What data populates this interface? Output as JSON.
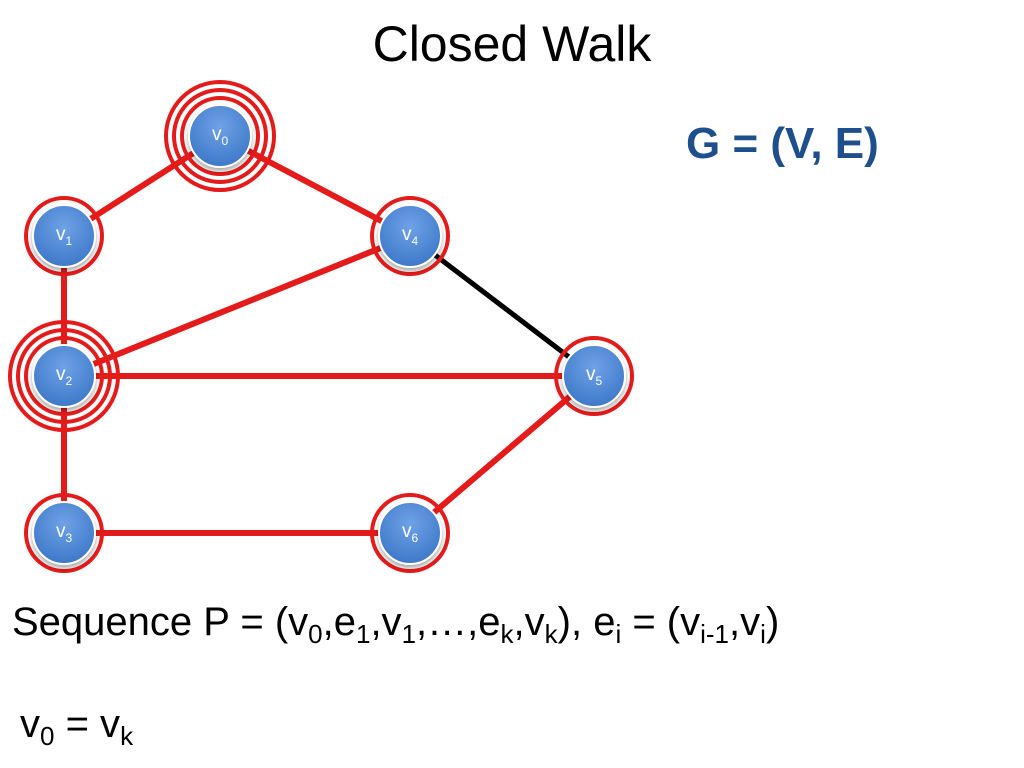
{
  "title": "Closed Walk",
  "graph_label": "G = (V, E)",
  "colors": {
    "walk_edge": "#e41b1b",
    "plain_edge": "#000000",
    "node_fill": "#3d78c9",
    "ring": "#e41b1b",
    "graph_label": "#1f4e8c"
  },
  "nodes": [
    {
      "id": "v0",
      "base": "v",
      "sub": "0",
      "rings": 3
    },
    {
      "id": "v1",
      "base": "v",
      "sub": "1",
      "rings": 1
    },
    {
      "id": "v2",
      "base": "v",
      "sub": "2",
      "rings": 3
    },
    {
      "id": "v3",
      "base": "v",
      "sub": "3",
      "rings": 1
    },
    {
      "id": "v4",
      "base": "v",
      "sub": "4",
      "rings": 1
    },
    {
      "id": "v5",
      "base": "v",
      "sub": "5",
      "rings": 1
    },
    {
      "id": "v6",
      "base": "v",
      "sub": "6",
      "rings": 1
    }
  ],
  "edges": [
    {
      "from": "v0",
      "to": "v1",
      "in_walk": true
    },
    {
      "from": "v0",
      "to": "v4",
      "in_walk": true
    },
    {
      "from": "v1",
      "to": "v2",
      "in_walk": true
    },
    {
      "from": "v2",
      "to": "v4",
      "in_walk": true
    },
    {
      "from": "v2",
      "to": "v5",
      "in_walk": true
    },
    {
      "from": "v2",
      "to": "v3",
      "in_walk": true
    },
    {
      "from": "v3",
      "to": "v6",
      "in_walk": true
    },
    {
      "from": "v6",
      "to": "v5",
      "in_walk": true
    },
    {
      "from": "v4",
      "to": "v5",
      "in_walk": false
    }
  ],
  "sequence": {
    "prefix": "Sequence P = (v",
    "s1": "0",
    "t1": ",e",
    "s2": "1",
    "t2": ",v",
    "s3": "1",
    "t3": ",…,e",
    "s4": "k",
    "t4": ",v",
    "s5": "k",
    "t5": "), e",
    "s6": "i",
    "t6": " = (v",
    "s7": "i-1",
    "t7": ",v",
    "s8": "i",
    "t8": ")"
  },
  "closure": {
    "a": "v",
    "a_sub": "0",
    "eq": " = v",
    "b_sub": "k"
  }
}
